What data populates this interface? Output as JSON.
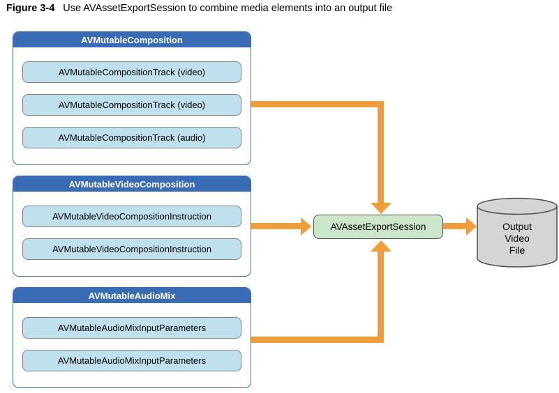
{
  "figure": {
    "label": "Figure 3-4",
    "caption": "Use AVAssetExportSession to combine media elements into an output file"
  },
  "groups": [
    {
      "title": "AVMutableComposition",
      "items": [
        "AVMutableCompositionTrack (video)",
        "AVMutableCompositionTrack (video)",
        "AVMutableCompositionTrack (audio)"
      ]
    },
    {
      "title": "AVMutableVideoComposition",
      "items": [
        "AVMutableVideoCompositionInstruction",
        "AVMutableVideoCompositionInstruction"
      ]
    },
    {
      "title": "AVMutableAudioMix",
      "items": [
        "AVMutableAudioMixInputParameters",
        "AVMutableAudioMixInputParameters"
      ]
    }
  ],
  "center_node": {
    "label": "AVAssetExportSession"
  },
  "output_node": {
    "lines": [
      "Output",
      "Video",
      "File"
    ]
  },
  "colors": {
    "header_blue": "#3A6CB5",
    "item_fill": "#BFE0EC",
    "item_border": "#808080",
    "arrow_orange": "#F09E3C",
    "node_green": "#CBE6C8",
    "node_border": "#4D4D4D",
    "cylinder_gray": "#D5D5D5"
  }
}
